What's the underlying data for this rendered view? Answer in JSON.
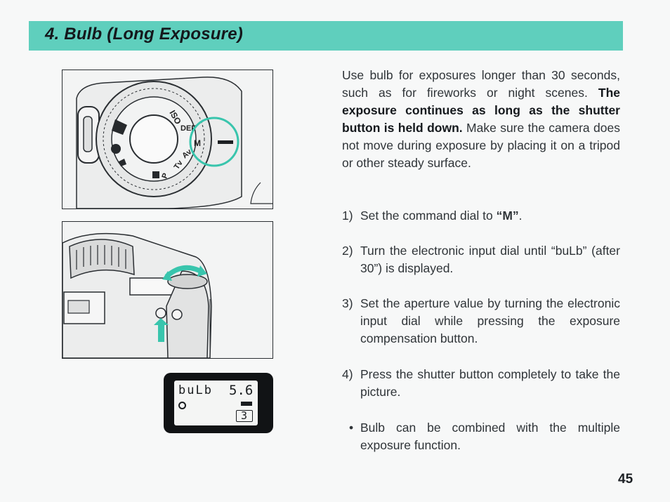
{
  "header": {
    "title": "4. Bulb (Long Exposure)",
    "band_color": "#5fcfbd"
  },
  "intro": {
    "lead": "Use bulb for exposures longer than 30 seconds, such as for fireworks or night scenes.",
    "emphasis": "The exposure continues as long as the shutter button is held down.",
    "tail": "Make sure the camera does not move during exposure by placing it on a tripod or other steady surface."
  },
  "steps": [
    {
      "num": "1)",
      "pre": "Set the command dial to ",
      "bold": "“M”",
      "post": "."
    },
    {
      "num": "2)",
      "text": "Turn the electronic input dial until “buLb” (after 30”) is displayed."
    },
    {
      "num": "3)",
      "text": "Set the aperture value by turning the electronic input dial while pressing the exposure compensation button."
    },
    {
      "num": "4)",
      "text": "Press the shutter button completely to take the picture."
    },
    {
      "num": "•",
      "text": "Bulb can be combined with the multiple exposure function."
    }
  ],
  "figures": {
    "dial": {
      "labels": [
        "ISO",
        "DEF",
        "M",
        "Av",
        "Tv",
        "P"
      ],
      "icons": [
        "command-dial-icon",
        "mode-pointer-icon"
      ]
    },
    "body": {
      "icons": [
        "rotate-arrow-icon",
        "press-arrow-icon"
      ]
    },
    "lcd": {
      "mode": "buLb",
      "aperture": "5.6",
      "frame": "3"
    }
  },
  "page_number": "45"
}
